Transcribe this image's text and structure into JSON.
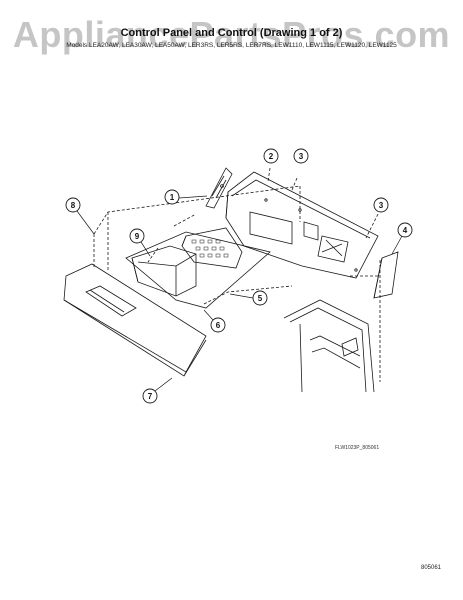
{
  "header": {
    "watermark": "AppliancePartsPros.com",
    "title": "Control Panel and Control (Drawing 1 of 2)",
    "models": "Models LEA20AW, LEA30AW, LEA50AW, LER3RS, LER5RS, LER7RS, LEW1110, LEW1115, LEW1120, LEW1125"
  },
  "callouts": [
    {
      "id": "callout-1",
      "label": "1"
    },
    {
      "id": "callout-2",
      "label": "2"
    },
    {
      "id": "callout-3a",
      "label": "3"
    },
    {
      "id": "callout-3b",
      "label": "3"
    },
    {
      "id": "callout-4",
      "label": "4"
    },
    {
      "id": "callout-5",
      "label": "5"
    },
    {
      "id": "callout-6",
      "label": "6"
    },
    {
      "id": "callout-7",
      "label": "7"
    },
    {
      "id": "callout-8",
      "label": "8"
    },
    {
      "id": "callout-9",
      "label": "9"
    }
  ],
  "footer": {
    "drawing_ref": "FLW1023P_805061",
    "page_code": "805061"
  },
  "colors": {
    "line": "#1a1a1a",
    "watermark": "#969696"
  }
}
